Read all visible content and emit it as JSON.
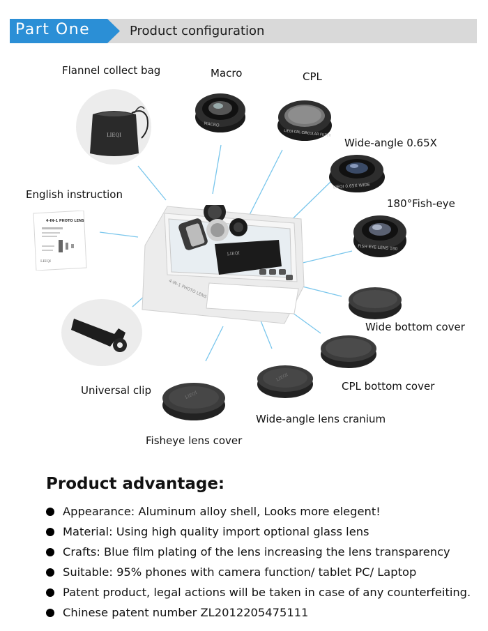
{
  "header": {
    "part_label": "Part One",
    "title": "Product configuration"
  },
  "labels": {
    "flannel_bag": "Flannel collect bag",
    "macro": "Macro",
    "cpl": "CPL",
    "wide_angle": "Wide-angle 0.65X",
    "fisheye": "180°Fish-eye",
    "english_instruction": "English instruction",
    "wide_bottom_cover": "Wide bottom cover",
    "cpl_bottom_cover": "CPL bottom cover",
    "universal_clip": "Universal clip",
    "wide_angle_cranium": "Wide-angle lens cranium",
    "fisheye_cover": "Fisheye lens cover"
  },
  "product_text": {
    "bag_brand": "LIEQI",
    "macro_ring": "MACRO",
    "cpl_ring": "LIEQI CPL CIRCULAR FILTER",
    "wide_ring": "LIEQI 0.65X WIDE",
    "fisheye_ring": "FISH EYE LENS 180",
    "instruction_title": "4-IN-1 PHOTO LENS",
    "instruction_brand": "LIEQI",
    "box_text": "4-IN-1 PHOTO LENS",
    "cap_brand": "LIEQI"
  },
  "advantage": {
    "title": "Product advantage:",
    "items": [
      "Appearance: Aluminum alloy shell, Looks more elegent!",
      "Material: Using high quality import optional glass lens",
      "Crafts: Blue film plating of the lens increasing the lens transparency",
      "Suitable: 95% phones with camera function/  tablet PC/ Laptop",
      "Patent product, legal actions will be taken in case of any counterfeiting.",
      "Chinese patent number ZL2012205475111"
    ]
  },
  "colors": {
    "accent": "#2b8fd6",
    "header_gray": "#d9d9d9",
    "connector": "#79c6ec"
  }
}
